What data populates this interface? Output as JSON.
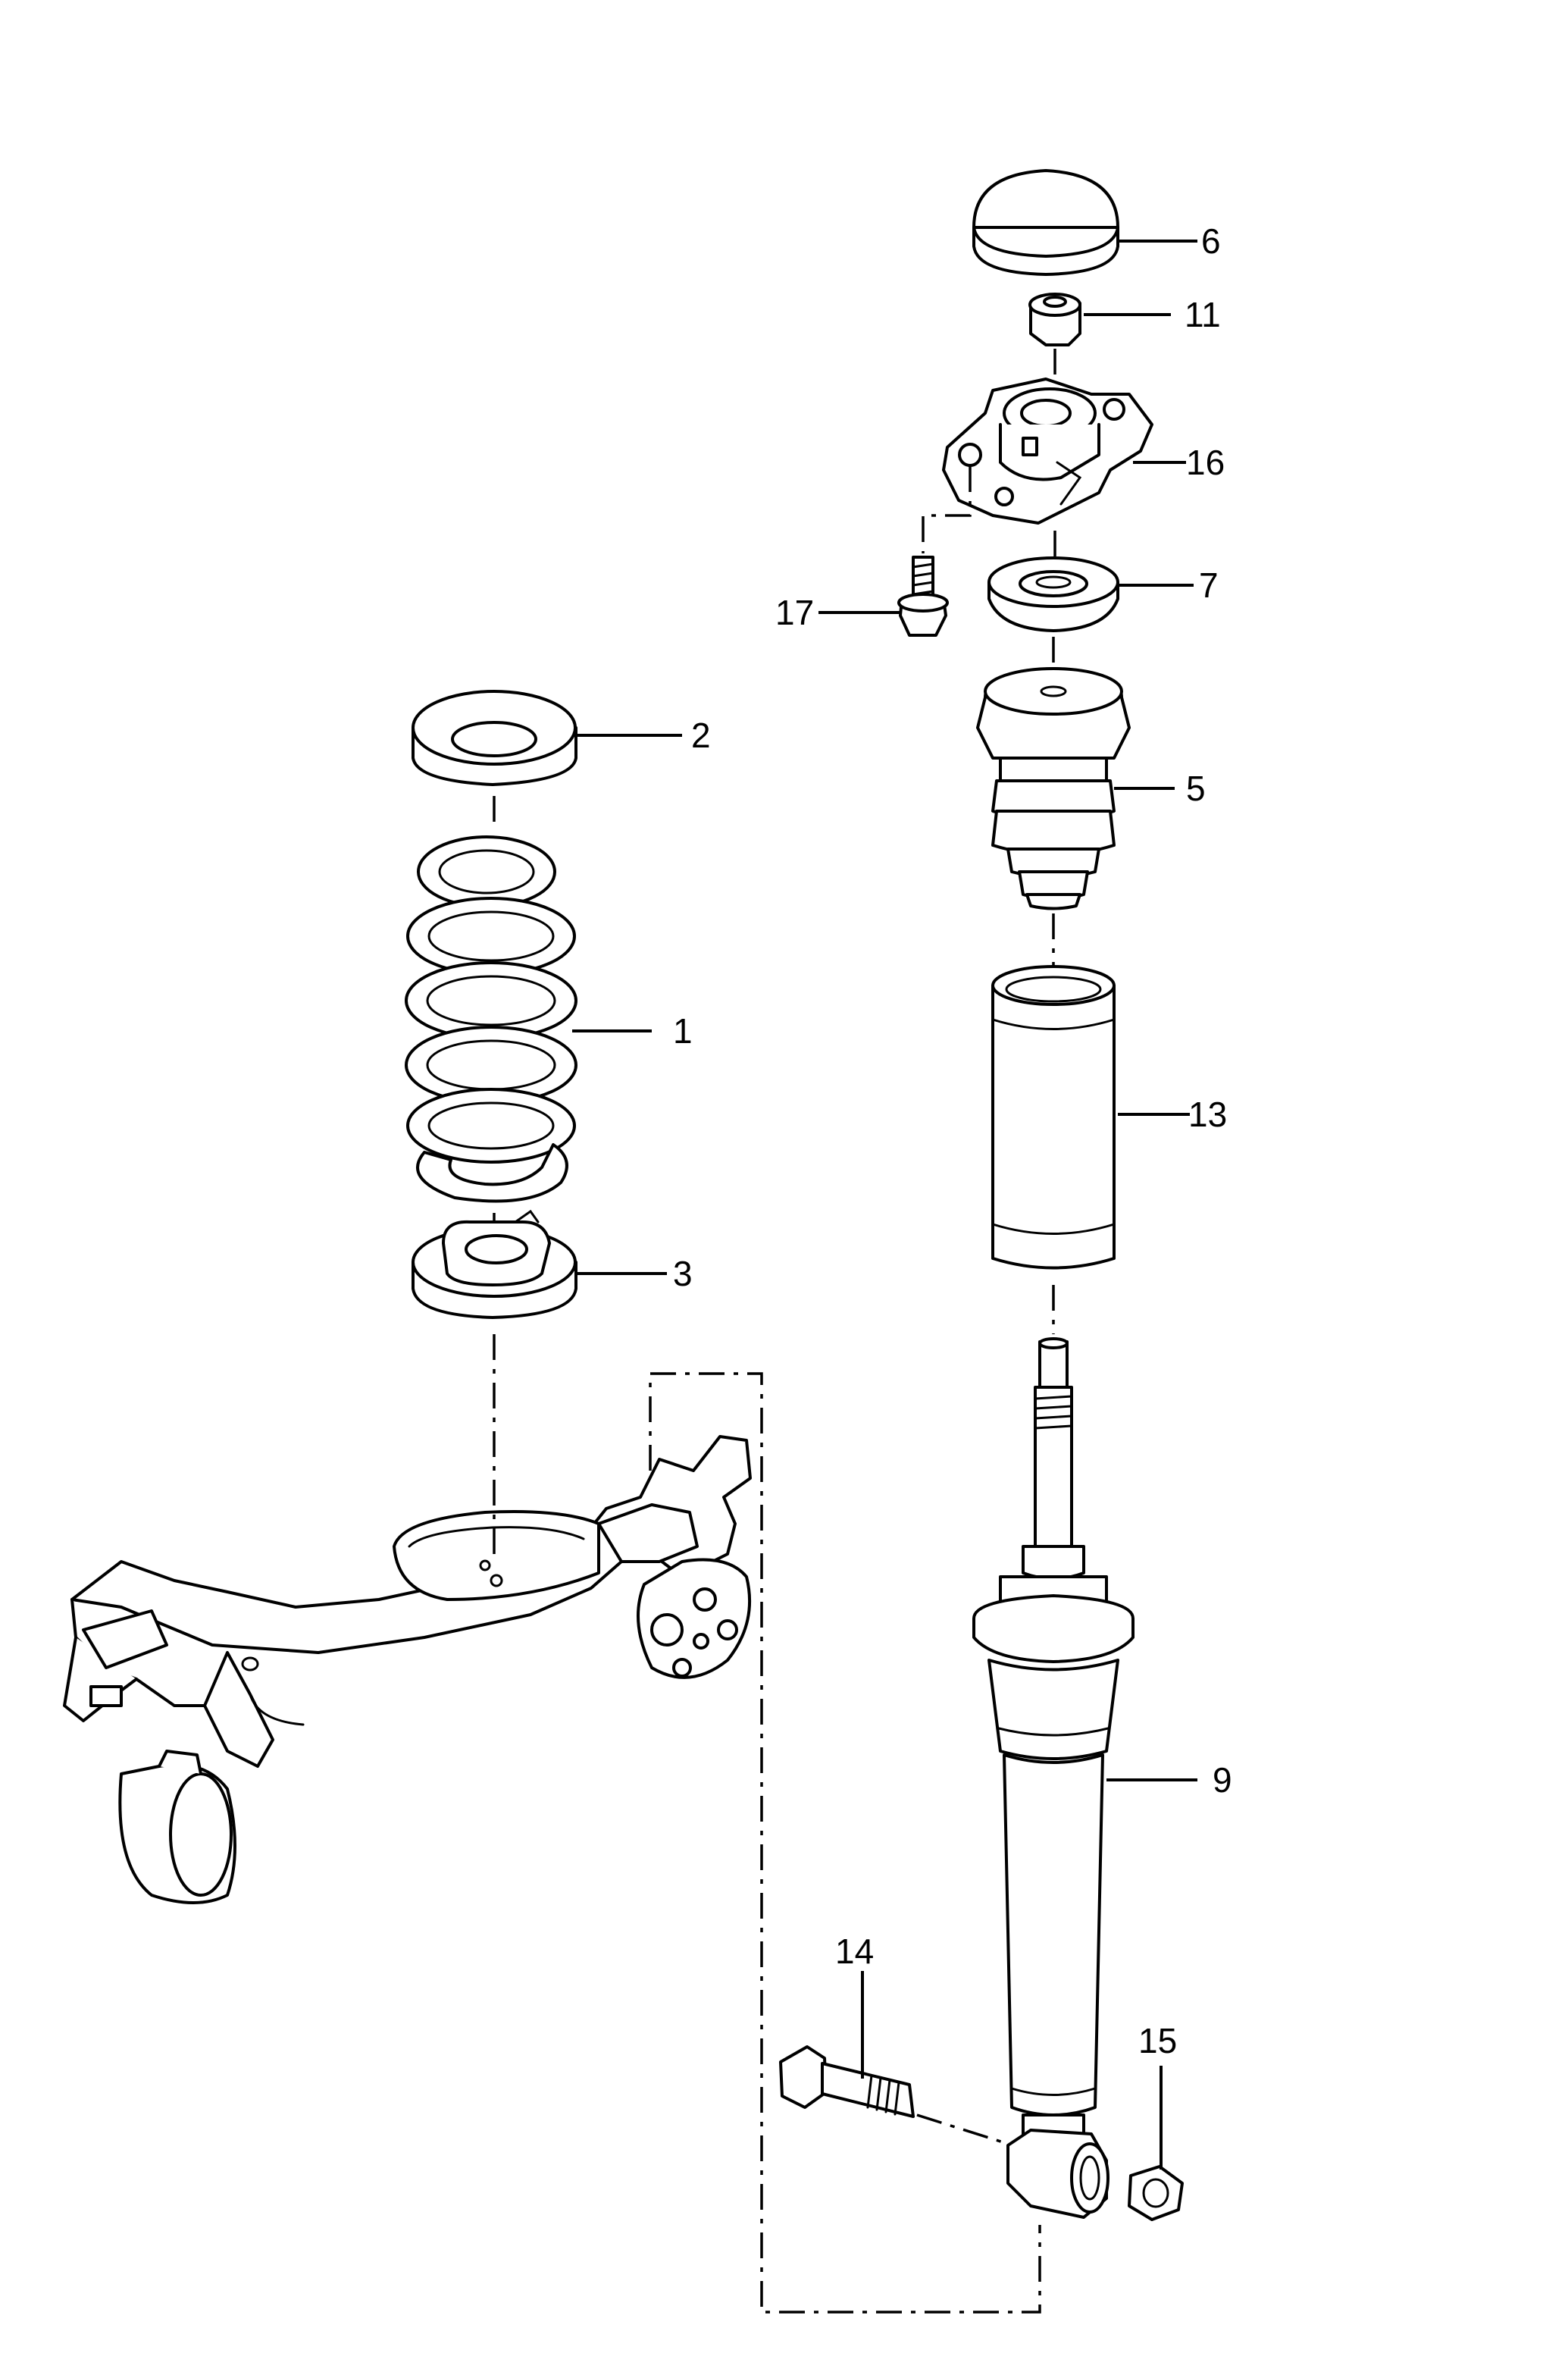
{
  "callouts": {
    "c1": "1",
    "c2": "2",
    "c3": "3",
    "c5": "5",
    "c6": "6",
    "c7": "7",
    "c9": "9",
    "c11": "11",
    "c13": "13",
    "c14": "14",
    "c15": "15",
    "c16": "16",
    "c17": "17"
  }
}
